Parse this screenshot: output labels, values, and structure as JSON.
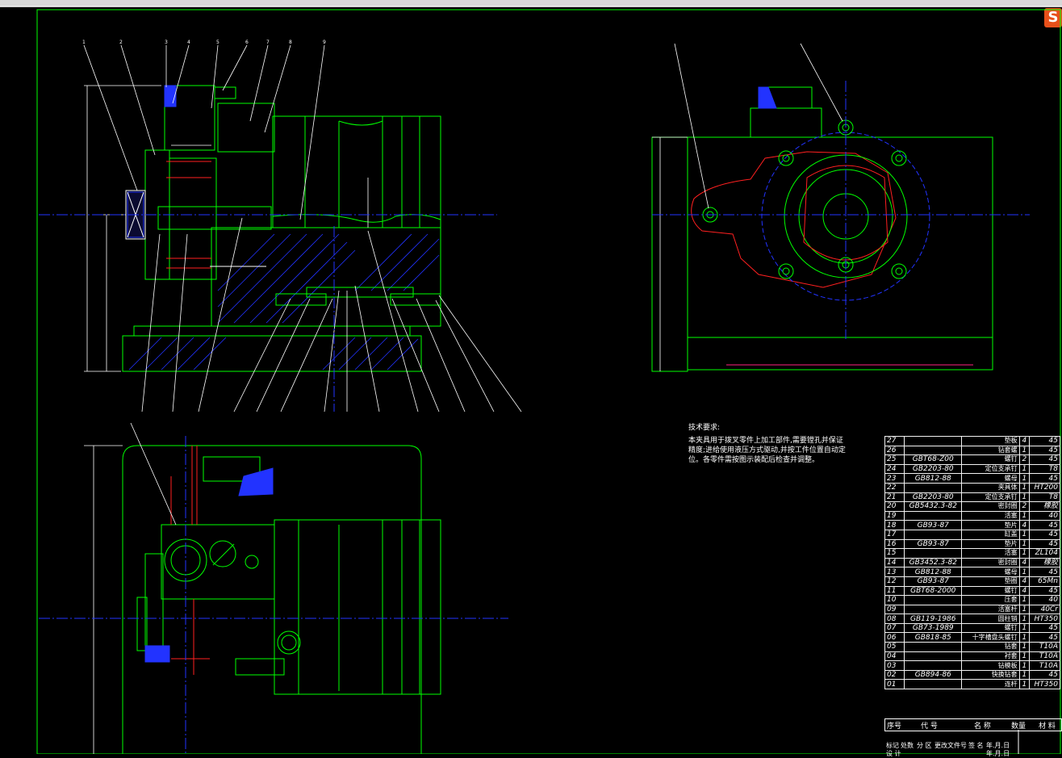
{
  "window": {
    "logo_text": "S"
  },
  "notes": {
    "title": "技术要求:",
    "body": "本夹具用于拨叉零件上加工部件,需要镗孔并保证精度;进给使用液压方式驱动,并按工件位置自动定位。各零件需按图示装配后检查并调整。"
  },
  "balloons_left": [
    "1",
    "2",
    "3",
    "4",
    "5",
    "6",
    "7",
    "8",
    "9"
  ],
  "bom": {
    "rows": [
      {
        "no": "27",
        "code": "",
        "name": "垫板",
        "qty": "4",
        "mat": "45"
      },
      {
        "no": "26",
        "code": "",
        "name": "钻套螺",
        "qty": "1",
        "mat": "45"
      },
      {
        "no": "25",
        "code": "GBT68-Z00",
        "name": "螺钉",
        "qty": "2",
        "mat": "45"
      },
      {
        "no": "24",
        "code": "GB2203-80",
        "name": "定位支承钉",
        "qty": "1",
        "mat": "T8"
      },
      {
        "no": "23",
        "code": "GB812-88",
        "name": "螺母",
        "qty": "1",
        "mat": "45"
      },
      {
        "no": "22",
        "code": "",
        "name": "夹具体",
        "qty": "1",
        "mat": "HT200"
      },
      {
        "no": "21",
        "code": "GB2203-80",
        "name": "定位支承钉",
        "qty": "1",
        "mat": "T8"
      },
      {
        "no": "20",
        "code": "GB5432.3-82",
        "name": "密封圈",
        "qty": "2",
        "mat": "橡胶"
      },
      {
        "no": "19",
        "code": "",
        "name": "活塞",
        "qty": "1",
        "mat": "40"
      },
      {
        "no": "18",
        "code": "GB93-87",
        "name": "垫片",
        "qty": "4",
        "mat": "45"
      },
      {
        "no": "17",
        "code": "",
        "name": "缸盖",
        "qty": "1",
        "mat": "45"
      },
      {
        "no": "16",
        "code": "GB93-87",
        "name": "垫片",
        "qty": "1",
        "mat": "45"
      },
      {
        "no": "15",
        "code": "",
        "name": "活塞",
        "qty": "1",
        "mat": "ZL104"
      },
      {
        "no": "14",
        "code": "GB3452.3-82",
        "name": "密封圈",
        "qty": "4",
        "mat": "橡胶"
      },
      {
        "no": "13",
        "code": "GB812-88",
        "name": "螺母",
        "qty": "1",
        "mat": "45"
      },
      {
        "no": "12",
        "code": "GB93-87",
        "name": "垫圈",
        "qty": "4",
        "mat": "65Mn"
      },
      {
        "no": "11",
        "code": "GBT68-2000",
        "name": "螺钉",
        "qty": "4",
        "mat": "45"
      },
      {
        "no": "10",
        "code": "",
        "name": "压套",
        "qty": "1",
        "mat": "40"
      },
      {
        "no": "09",
        "code": "",
        "name": "活塞杆",
        "qty": "1",
        "mat": "40Cr"
      },
      {
        "no": "08",
        "code": "GB119-1986",
        "name": "圆柱销",
        "qty": "1",
        "mat": "HT350"
      },
      {
        "no": "07",
        "code": "GB73-1989",
        "name": "螺钉",
        "qty": "1",
        "mat": "45"
      },
      {
        "no": "06",
        "code": "GB818-85",
        "name": "十字槽盘头螺钉",
        "qty": "1",
        "mat": "45"
      },
      {
        "no": "05",
        "code": "",
        "name": "钻套",
        "qty": "1",
        "mat": "T10A"
      },
      {
        "no": "04",
        "code": "",
        "name": "衬套",
        "qty": "1",
        "mat": "T10A"
      },
      {
        "no": "03",
        "code": "",
        "name": "钻模板",
        "qty": "1",
        "mat": "T10A"
      },
      {
        "no": "02",
        "code": "GB894-86",
        "name": "快换钻套",
        "qty": "1",
        "mat": "45"
      },
      {
        "no": "01",
        "code": "",
        "name": "连杆",
        "qty": "1",
        "mat": "HT350"
      }
    ],
    "header": {
      "no": "序号",
      "code": "代 号",
      "name": "名 称",
      "qty": "数量",
      "mat": "材 料"
    }
  },
  "title_block": {
    "row1": [
      "标记",
      "处数",
      "分 区",
      "更改文件号",
      "签 名",
      "年.月.日"
    ],
    "row2": [
      "设 计",
      "年.月.日"
    ]
  }
}
